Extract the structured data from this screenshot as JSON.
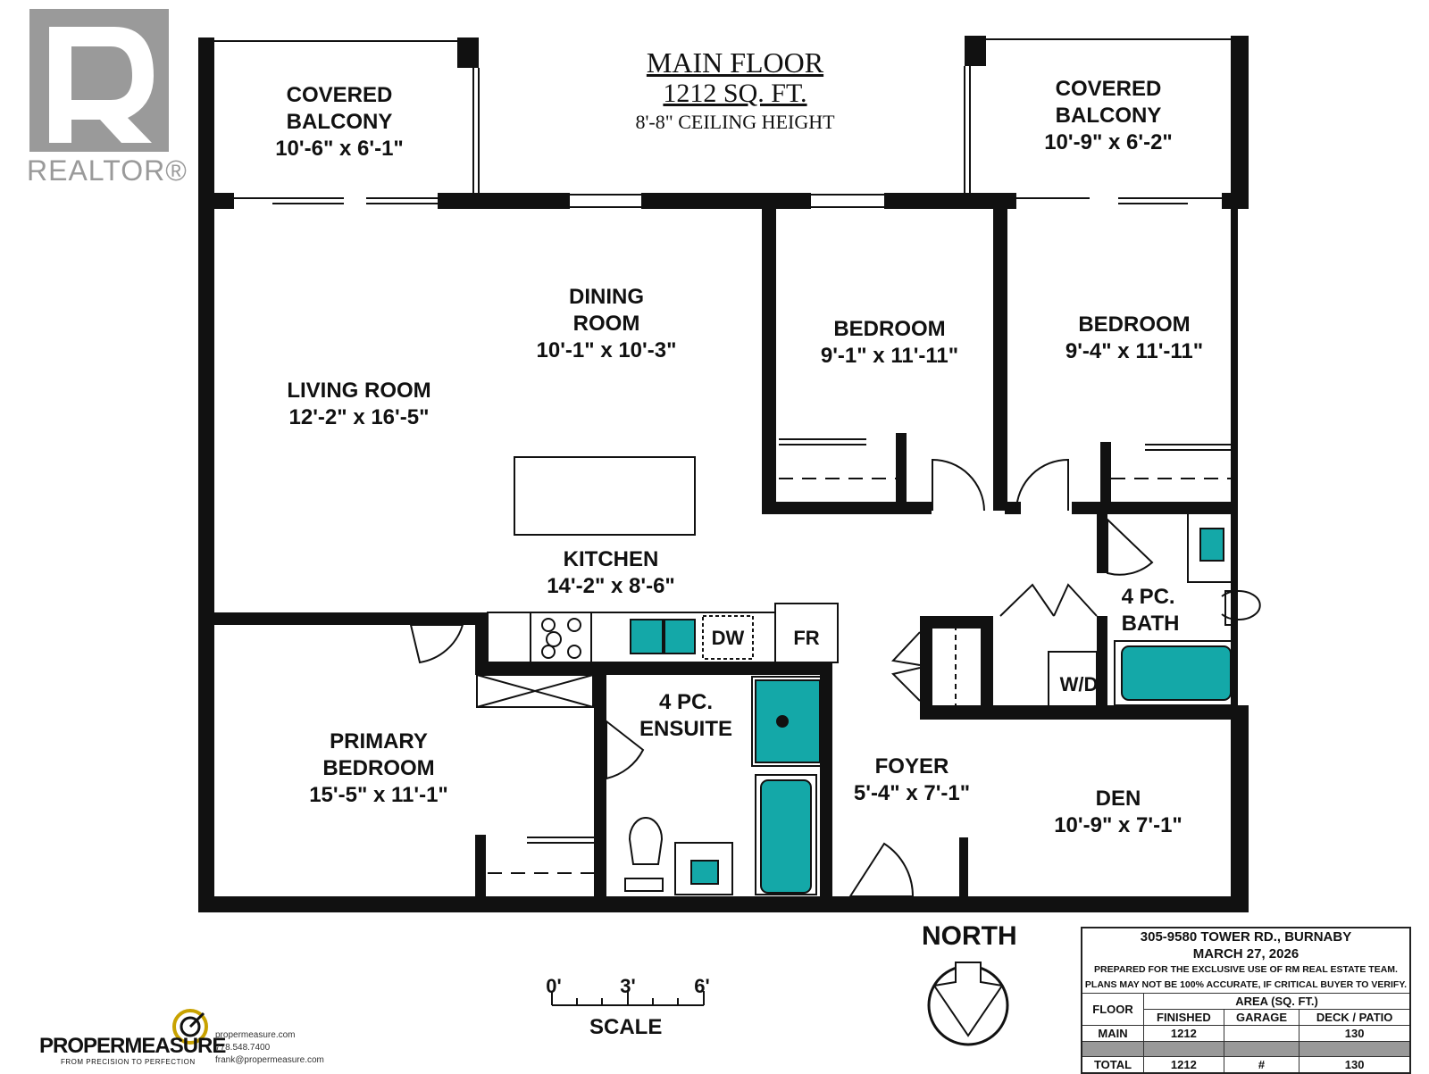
{
  "realtor": {
    "word": "REALTOR®"
  },
  "title": {
    "line1": "MAIN FLOOR",
    "line2": "1212 SQ. FT.",
    "line3": "8'-8\" CEILING HEIGHT"
  },
  "rooms": {
    "balcony_left": {
      "name1": "COVERED",
      "name2": "BALCONY",
      "size": "10'-6\" x 6'-1\""
    },
    "balcony_right": {
      "name1": "COVERED",
      "name2": "BALCONY",
      "size": "10'-9\" x 6'-2\""
    },
    "dining": {
      "name1": "DINING",
      "name2": "ROOM",
      "size": "10'-1\" x 10'-3\""
    },
    "living": {
      "name": "LIVING ROOM",
      "size": "12'-2\" x 16'-5\""
    },
    "bedroom_mid": {
      "name": "BEDROOM",
      "size": "9'-1\" x 11'-11\""
    },
    "bedroom_right": {
      "name": "BEDROOM",
      "size": "9'-4\" x 11'-11\""
    },
    "kitchen": {
      "name": "KITCHEN",
      "size": "14'-2\" x 8'-6\""
    },
    "bath": {
      "name1": "4 PC.",
      "name2": "BATH"
    },
    "ensuite": {
      "name1": "4 PC.",
      "name2": "ENSUITE"
    },
    "primary": {
      "name1": "PRIMARY",
      "name2": "BEDROOM",
      "size": "15'-5\" x 11'-1\""
    },
    "foyer": {
      "name": "FOYER",
      "size": "5'-4\" x 7'-1\""
    },
    "den": {
      "name": "DEN",
      "size": "10'-9\" x 7'-1\""
    }
  },
  "fixtures": {
    "dw": "DW",
    "fr": "FR",
    "wd": "W/D"
  },
  "north": "NORTH",
  "scale": {
    "t0": "0'",
    "t1": "3'",
    "t2": "6'",
    "label": "SCALE"
  },
  "info": {
    "address": "305-9580 TOWER RD., BURNABY",
    "date": "MARCH 27, 2026",
    "disclaimer1": "PREPARED FOR THE EXCLUSIVE USE OF RM REAL ESTATE TEAM.",
    "disclaimer2": "PLANS MAY NOT BE 100% ACCURATE, IF CRITICAL BUYER TO VERIFY.",
    "area_header": "AREA (SQ. FT.)",
    "columns": [
      "FLOOR",
      "FINISHED",
      "GARAGE",
      "DECK / PATIO"
    ],
    "main": {
      "floor": "MAIN",
      "finished": "1212",
      "garage": "",
      "deck": "130"
    },
    "total": {
      "floor": "TOTAL",
      "finished": "1212",
      "garage": "#",
      "deck": "130"
    }
  },
  "propermeasure": {
    "name": "PROPERMEASURE",
    "tagline": "FROM PRECISION TO PERFECTION",
    "site": "propermeasure.com",
    "phone": "778.548.7400",
    "email": "frank@propermeasure.com"
  },
  "colors": {
    "wall": "#111111",
    "fixture": "#14a8a8",
    "gray_logo": "#9a9a9a"
  }
}
